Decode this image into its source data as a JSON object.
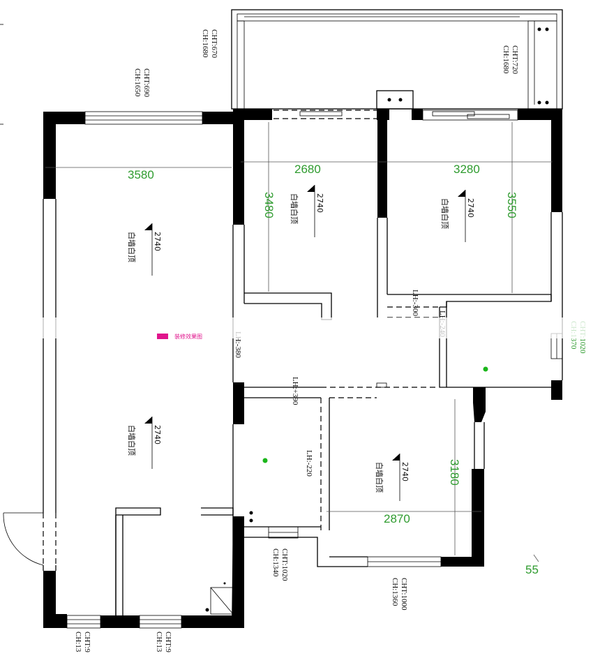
{
  "dimensions": {
    "living_width": "3580",
    "bed1_width": "2680",
    "bed2_width": "3280",
    "bed1_depth": "3480",
    "bed2_depth": "3550",
    "bed3_depth": "3180",
    "bed3_width": "2870",
    "corner": "55"
  },
  "ceiling": {
    "height": "2740",
    "label": "白墙白顶"
  },
  "window_notes": {
    "balcony_left": [
      "CHT:670",
      "CH:1680"
    ],
    "balcony_right": [
      "CHT:720",
      "CH:1680"
    ],
    "living_top": [
      "CHT:690",
      "CH:1650"
    ],
    "right_side": [
      "CHT:1020",
      "CH:1370"
    ],
    "bath_bottom": [
      "CHT:1020",
      "CH:1340"
    ],
    "bed3_bottom": [
      "CHT:1000",
      "CH:1360"
    ],
    "bottom_left_1": [
      "CHT:9",
      "CH:13"
    ],
    "bottom_left_2": [
      "CHT:9",
      "CH:13"
    ]
  },
  "level_notes": {
    "hall_left": "LH:-380",
    "bath_top": "LH:+390",
    "bath_side": "LH:-220",
    "corridor_1": "LH:-300",
    "corridor_2": "LH:-240"
  },
  "watermark_text": "装修效果图"
}
